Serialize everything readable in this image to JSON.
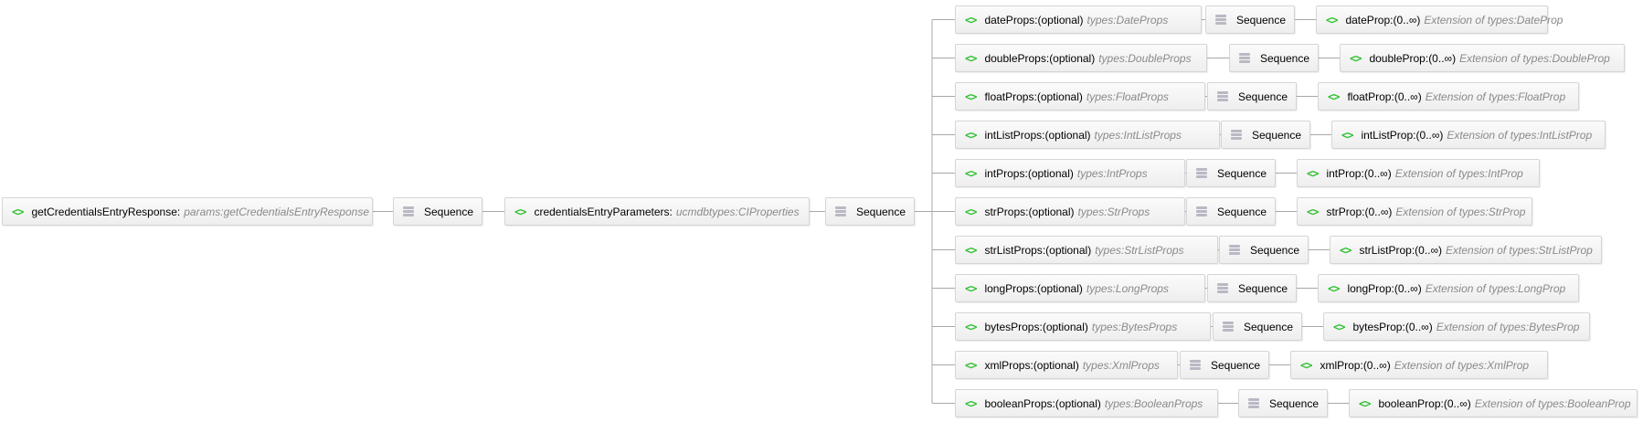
{
  "root": {
    "name": "getCredentialsEntryResponse",
    "type": "params:getCredentialsEntryResponse"
  },
  "root_sequence": "Sequence",
  "child": {
    "name": "credentialsEntryParameters",
    "type": "ucmdbtypes:CIProperties"
  },
  "child_sequence": "Sequence",
  "separator": " : ",
  "optional_label": "(optional)",
  "multiplicity_label": "(0..∞)",
  "extension_prefix": "Extension of ",
  "element_icon": "<>",
  "colors": {
    "element_icon": "#2ec02e",
    "type_text": "#8a8a8a",
    "connector": "#a8a8a8"
  },
  "props": [
    {
      "name": "dateProps",
      "type": "types:DateProps",
      "sequence": "Sequence",
      "item": "dateProp",
      "item_type": "types:DateProp"
    },
    {
      "name": "doubleProps",
      "type": "types:DoubleProps",
      "sequence": "Sequence",
      "item": "doubleProp",
      "item_type": "types:DoubleProp"
    },
    {
      "name": "floatProps",
      "type": "types:FloatProps",
      "sequence": "Sequence",
      "item": "floatProp",
      "item_type": "types:FloatProp"
    },
    {
      "name": "intListProps",
      "type": "types:IntListProps",
      "sequence": "Sequence",
      "item": "intListProp",
      "item_type": "types:IntListProp"
    },
    {
      "name": "intProps",
      "type": "types:IntProps",
      "sequence": "Sequence",
      "item": "intProp",
      "item_type": "types:IntProp"
    },
    {
      "name": "strProps",
      "type": "types:StrProps",
      "sequence": "Sequence",
      "item": "strProp",
      "item_type": "types:StrProp"
    },
    {
      "name": "strListProps",
      "type": "types:StrListProps",
      "sequence": "Sequence",
      "item": "strListProp",
      "item_type": "types:StrListProp"
    },
    {
      "name": "longProps",
      "type": "types:LongProps",
      "sequence": "Sequence",
      "item": "longProp",
      "item_type": "types:LongProp"
    },
    {
      "name": "bytesProps",
      "type": "types:BytesProps",
      "sequence": "Sequence",
      "item": "bytesProp",
      "item_type": "types:BytesProp"
    },
    {
      "name": "xmlProps",
      "type": "types:XmlProps",
      "sequence": "Sequence",
      "item": "xmlProp",
      "item_type": "types:XmlProp"
    },
    {
      "name": "booleanProps",
      "type": "types:BooleanProps",
      "sequence": "Sequence",
      "item": "booleanProp",
      "item_type": "types:BooleanProp"
    }
  ]
}
